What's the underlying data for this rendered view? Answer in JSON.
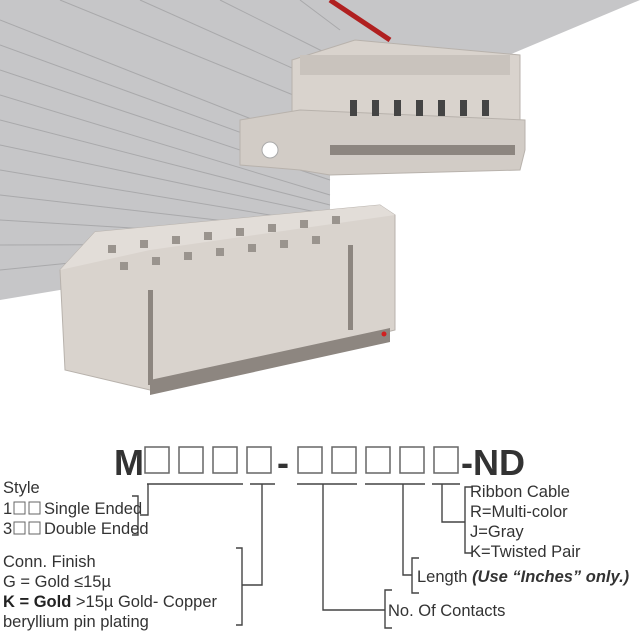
{
  "part_number": {
    "prefix": "M",
    "dash": "-",
    "suffix": "-ND"
  },
  "style": {
    "title": "Style",
    "opt1_code": "1",
    "opt1_label": "Single Ended",
    "opt3_code": "3",
    "opt3_label": "Double Ended"
  },
  "finish": {
    "title": "Conn. Finish",
    "g": "G = Gold ≤15µ",
    "k_bold": "K = Gold",
    "k_rest": " >15µ Gold- Copper",
    "k_line2": "beryllium pin plating"
  },
  "contacts": {
    "label": "No. Of Contacts"
  },
  "length": {
    "label": "Length ",
    "note": "(Use “Inches” only.)"
  },
  "cable": {
    "title": "Ribbon Cable",
    "r": "R=Multi-color",
    "j": "J=Gray",
    "k": "K=Twisted Pair"
  },
  "colors": {
    "cable_gray": "#c4c4c6",
    "red_stripe": "#b02020",
    "connector": "#d9d3cd"
  }
}
